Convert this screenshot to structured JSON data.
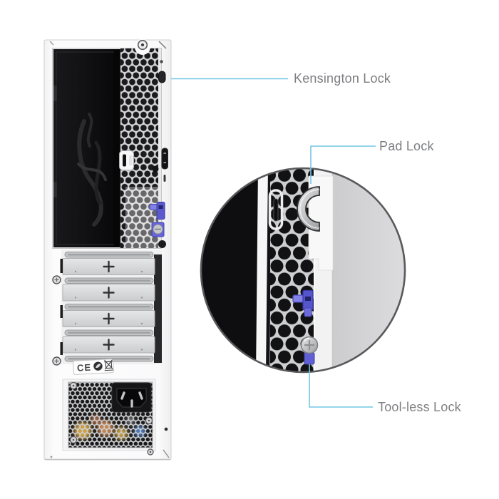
{
  "page": {
    "title": "PC case rear view with security lock callouts",
    "background_color": "#ffffff"
  },
  "labels": {
    "kensington": "Kensington Lock",
    "padlock": "Pad Lock",
    "toolless": "Tool-less Lock"
  },
  "callouts": {
    "line_color": "#74c7e5",
    "text_color": "#7d7e81"
  },
  "case": {
    "ce_mark": "CE",
    "ce_icons": [
      "eco-leaf-icon",
      "weee-bin-icon"
    ],
    "expansion_slot_count": 4,
    "colors": {
      "body_white": "#fbfbfc",
      "mesh_silver": "#d3d4d6",
      "mesh_hole": "#1b1b1d",
      "io_panel_black": "#101012",
      "lock_blue": "#5a5ace",
      "metal_silver": "#c7c9cc"
    }
  },
  "inset": {
    "shape": "magnifier-circle",
    "border_color": "#58595b"
  }
}
